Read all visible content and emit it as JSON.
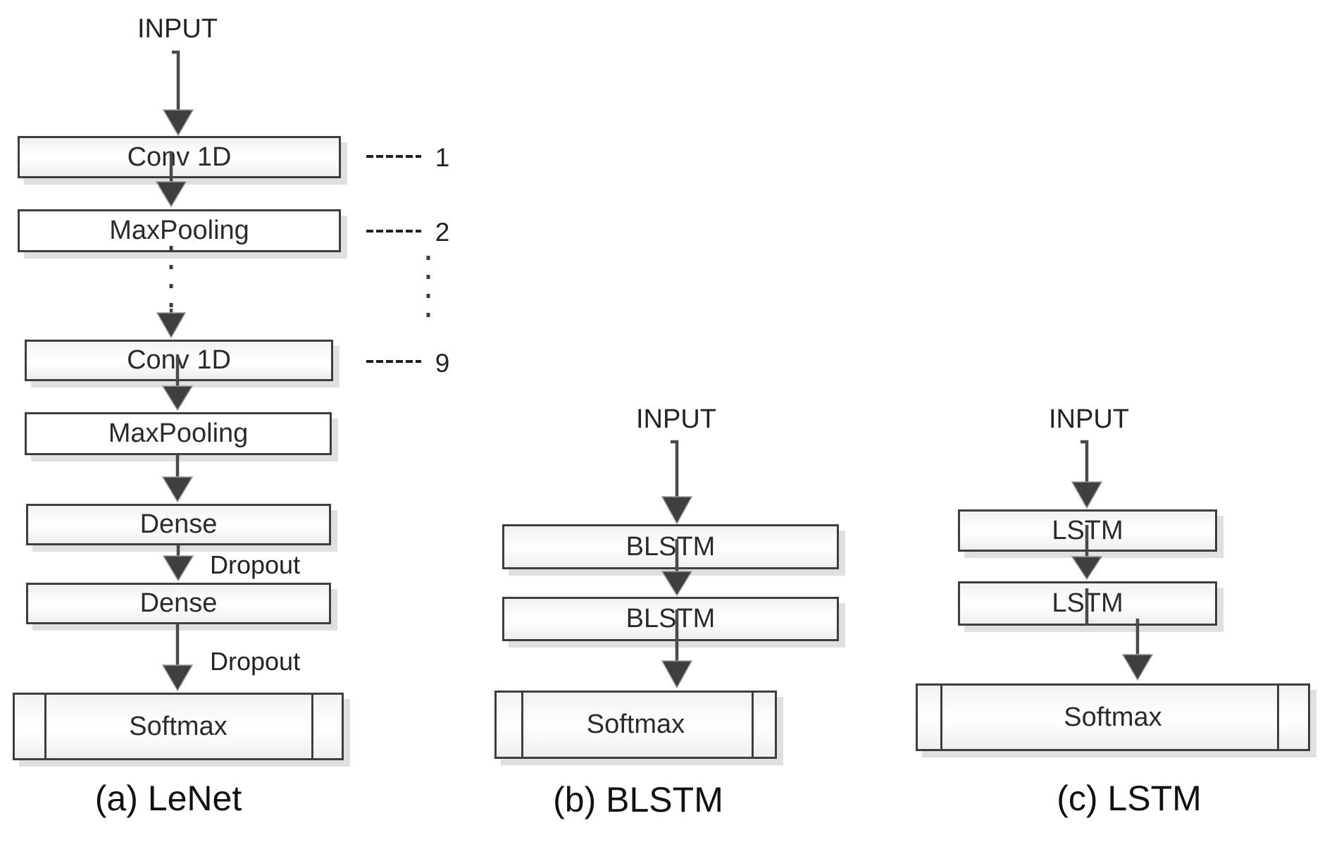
{
  "figure": {
    "background": "#ffffff",
    "colors": {
      "box_border": "#3e3e3e",
      "box_fill_top": "#f1f1f1",
      "box_fill_mid": "#ffffff",
      "box_fill_bottom": "#eeeeee",
      "arrow": "#4a4a4a",
      "arrowhead": "#3f3f3f",
      "shadow": "#e0e0e0",
      "text": "#262626"
    },
    "panel_a": {
      "input_label": "INPUT",
      "layers": [
        "Conv 1D",
        "MaxPooling",
        "Conv 1D",
        "MaxPooling",
        "Dense",
        "Dense",
        "Softmax"
      ],
      "dropout_labels": [
        "Dropout",
        "Dropout"
      ],
      "stage_numbers": [
        "1",
        "2",
        "9"
      ],
      "caption": "(a) LeNet"
    },
    "panel_b": {
      "input_label": "INPUT",
      "layers": [
        "BLSTM",
        "BLSTM",
        "Softmax"
      ],
      "caption": "(b) BLSTM"
    },
    "panel_c": {
      "input_label": "INPUT",
      "layers": [
        "LSTM",
        "LSTM",
        "Softmax"
      ],
      "caption": "(c) LSTM"
    }
  }
}
